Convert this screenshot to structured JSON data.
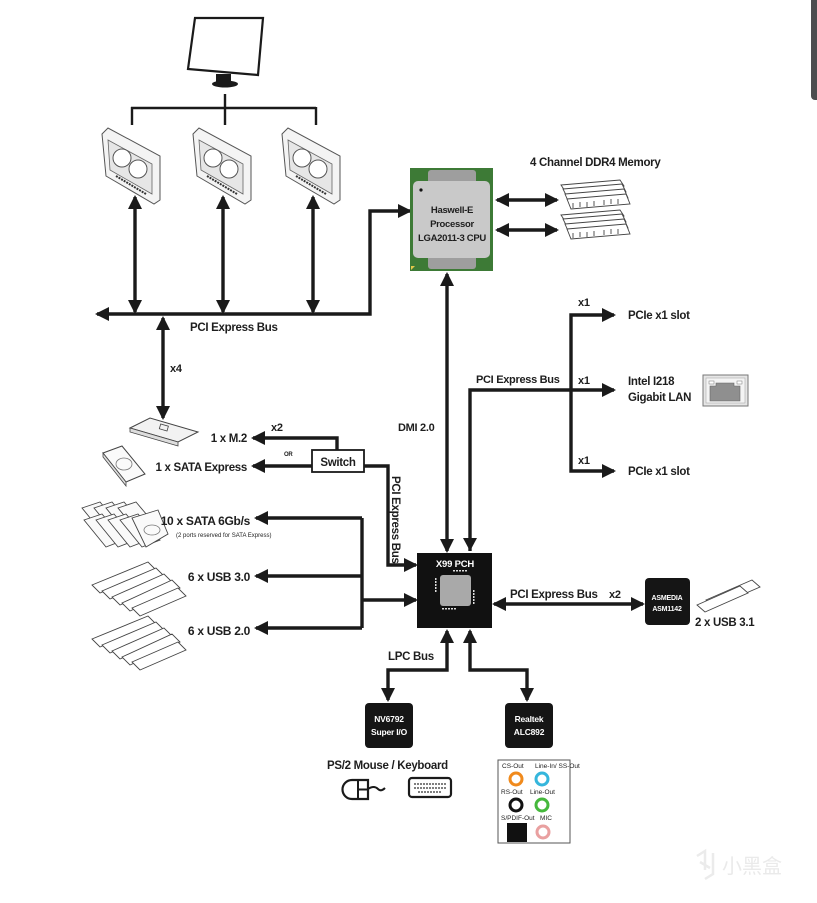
{
  "diagram": {
    "cpu": {
      "line1": "Haswell-E",
      "line2": "Processor",
      "line3": "LGA2011-3 CPU"
    },
    "memory_label": "4 Channel DDR4 Memory",
    "pcie_bus_top": "PCI Express Bus",
    "m2_link_width": "x4",
    "m2_label": "1 x M.2",
    "switch_link_width": "x2",
    "or_label": "OR",
    "switch_label": "Switch",
    "sata_express_label": "1 x SATA Express",
    "pcie_bus_vertical": "PCI Express Bus",
    "dmi_label": "DMI 2.0",
    "sata_label": "10 x SATA 6Gb/s",
    "sata_note": "(2  ports reserved for SATA Express)",
    "usb30_label": "6 x USB 3.0",
    "usb20_label": "6 x USB 2.0",
    "pch_label": "X99 PCH",
    "pcie_bus_right": "PCI Express Bus",
    "x1_labels": [
      "x1",
      "x1",
      "x1"
    ],
    "pcie_slot_top": "PCIe x1 slot",
    "pcie_slot_bottom": "PCIe x1 slot",
    "lan": {
      "line1": "Intel I218",
      "line2": "Gigabit LAN"
    },
    "asm_bus_label": "PCI Express Bus",
    "asm_link_width": "x2",
    "asmedia": {
      "line1": "ASMEDIA",
      "line2": "ASM1142"
    },
    "usb31_label": "2 x USB 3.1",
    "lpc_label": "LPC Bus",
    "superio": {
      "line1": "NV6792",
      "line2": "Super I/O"
    },
    "audio_codec": {
      "line1": "Realtek",
      "line2": "ALC892"
    },
    "ps2_label": "PS/2 Mouse / Keyboard",
    "audio_jacks": {
      "cs_out": "CS-Out",
      "line_in": "Line-In/ SS-Out",
      "rs_out": "RS-Out",
      "line_out": "Line-Out",
      "spdif_out": "S/PDIF-Out",
      "mic": "MIC"
    },
    "jack_colors": {
      "cs_out": "#f08a1c",
      "line_in": "#35b6dc",
      "rs_out": "#111111",
      "line_out": "#45b83c",
      "mic": "#e9a0a0"
    }
  },
  "watermark": {
    "text": "小黑盒"
  },
  "colors": {
    "line": "#1a1a1a",
    "cpu_substrate": "#3d7a36",
    "cpu_ihs": "#c9c9c9",
    "chip": "#111111"
  }
}
